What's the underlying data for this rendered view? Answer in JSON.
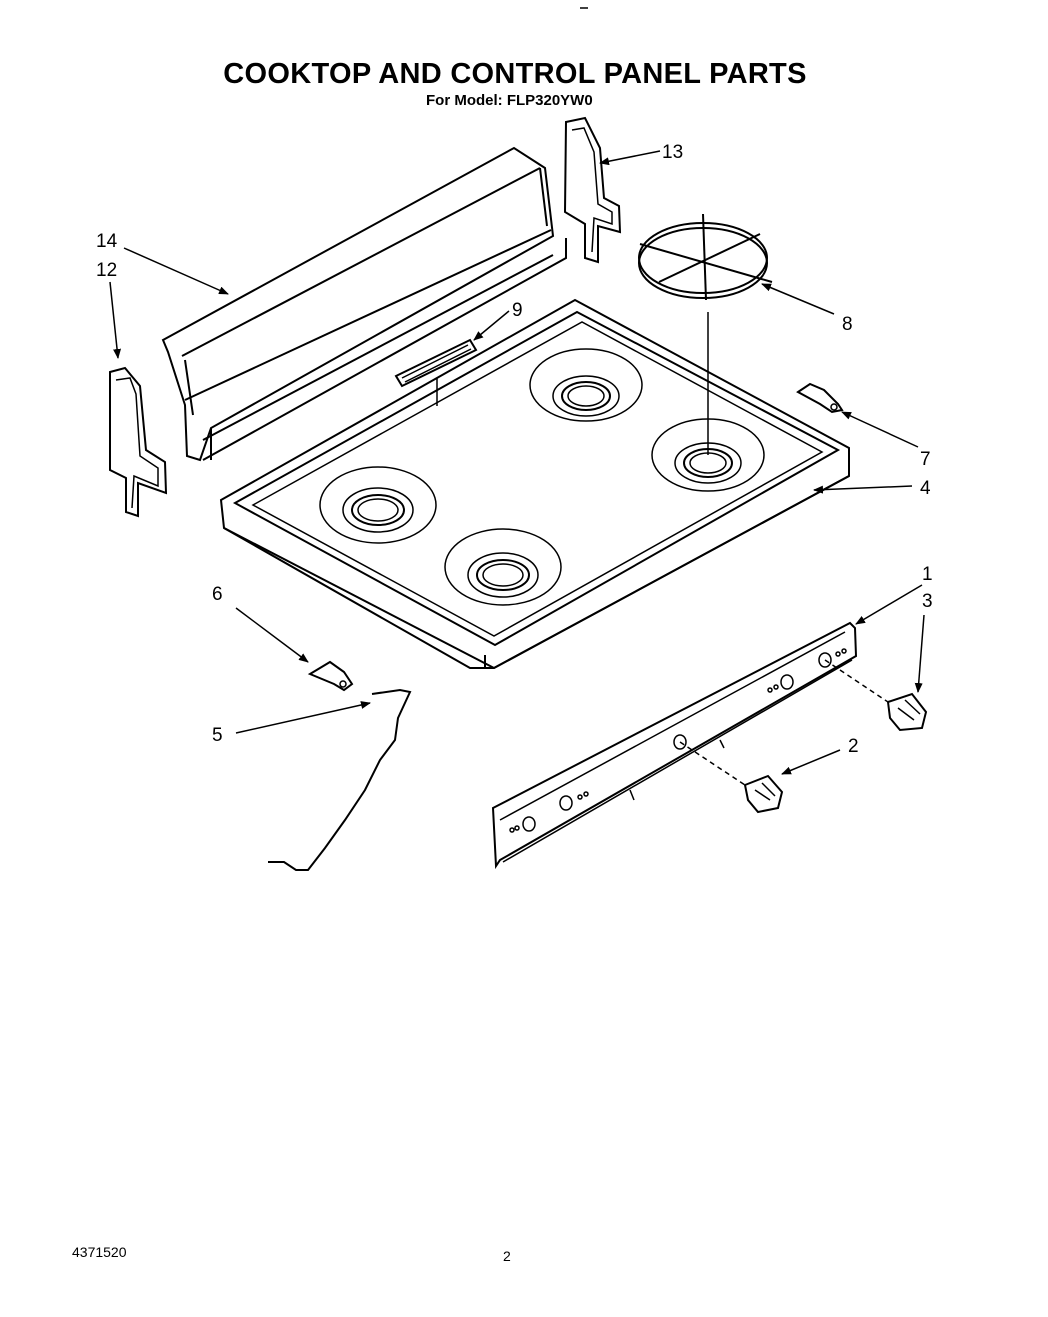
{
  "header": {
    "title": "COOKTOP AND CONTROL PANEL PARTS",
    "model": "For Model: FLP320YW0"
  },
  "parts": [
    {
      "id": "13",
      "label": "13"
    },
    {
      "id": "14",
      "label": "14"
    },
    {
      "id": "12",
      "label": "12"
    },
    {
      "id": "9",
      "label": "9"
    },
    {
      "id": "8",
      "label": "8"
    },
    {
      "id": "7",
      "label": "7"
    },
    {
      "id": "4",
      "label": "4"
    },
    {
      "id": "1",
      "label": "1"
    },
    {
      "id": "3",
      "label": "3"
    },
    {
      "id": "6",
      "label": "6"
    },
    {
      "id": "5",
      "label": "5"
    },
    {
      "id": "2",
      "label": "2"
    }
  ],
  "footer": {
    "doc_number": "4371520",
    "page_number": "2"
  }
}
